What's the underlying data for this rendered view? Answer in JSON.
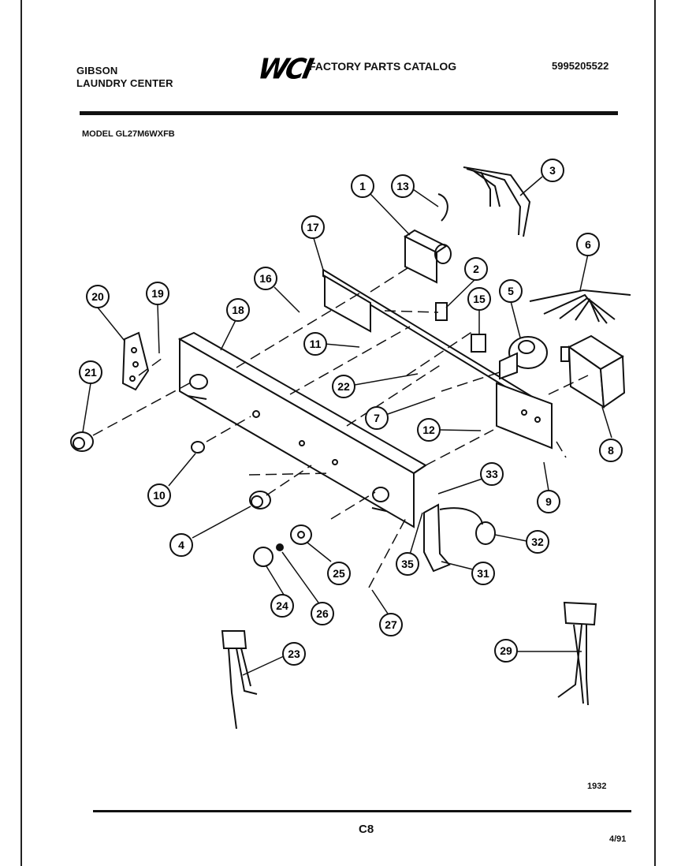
{
  "header": {
    "brand_line1": "GIBSON",
    "brand_line2": "LAUNDRY CENTER",
    "logo_text": "WCI",
    "catalog_title": "FACTORY PARTS CATALOG",
    "part_number": "5995205522"
  },
  "model_label": "MODEL GL27M6WXFB",
  "callouts": [
    "1",
    "2",
    "3",
    "4",
    "5",
    "6",
    "7",
    "8",
    "9",
    "10",
    "11",
    "12",
    "13",
    "15",
    "16",
    "17",
    "18",
    "19",
    "20",
    "21",
    "22",
    "23",
    "24",
    "25",
    "26",
    "27",
    "29",
    "31",
    "32",
    "33",
    "35"
  ],
  "footer": {
    "figure_number": "1932",
    "page_code": "C8",
    "date": "4/91"
  }
}
